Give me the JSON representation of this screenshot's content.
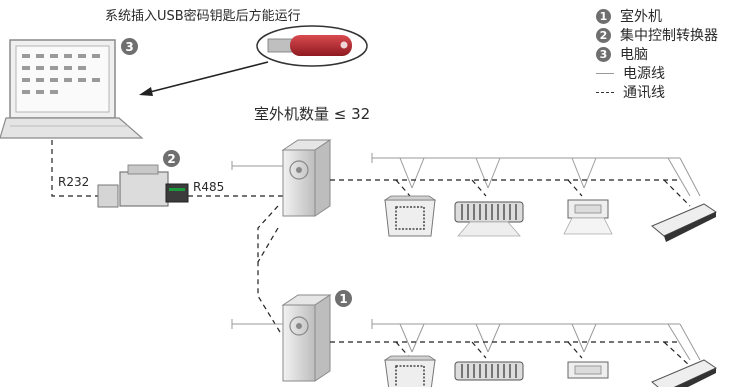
{
  "top_note": "系统插入USB密码钥匙后方能运行",
  "outdoor_count_label": "室外机数量 ≤ 32",
  "port_labels": {
    "r232": "R232",
    "r485": "R485"
  },
  "callouts": {
    "computer": "3",
    "converter": "2",
    "outdoor_unit": "1"
  },
  "legend": {
    "items": [
      {
        "num": "1",
        "label": "室外机"
      },
      {
        "num": "2",
        "label": "集中控制转换器"
      },
      {
        "num": "3",
        "label": "电脑"
      }
    ],
    "lines": [
      {
        "style": "solid",
        "label": "电源线"
      },
      {
        "style": "dashed",
        "label": "通讯线"
      }
    ]
  },
  "colors": {
    "power_line": "#9a9a9a",
    "comm_line": "#222222",
    "badge": "#6f6f6f",
    "usb_key": "#b3272d"
  }
}
